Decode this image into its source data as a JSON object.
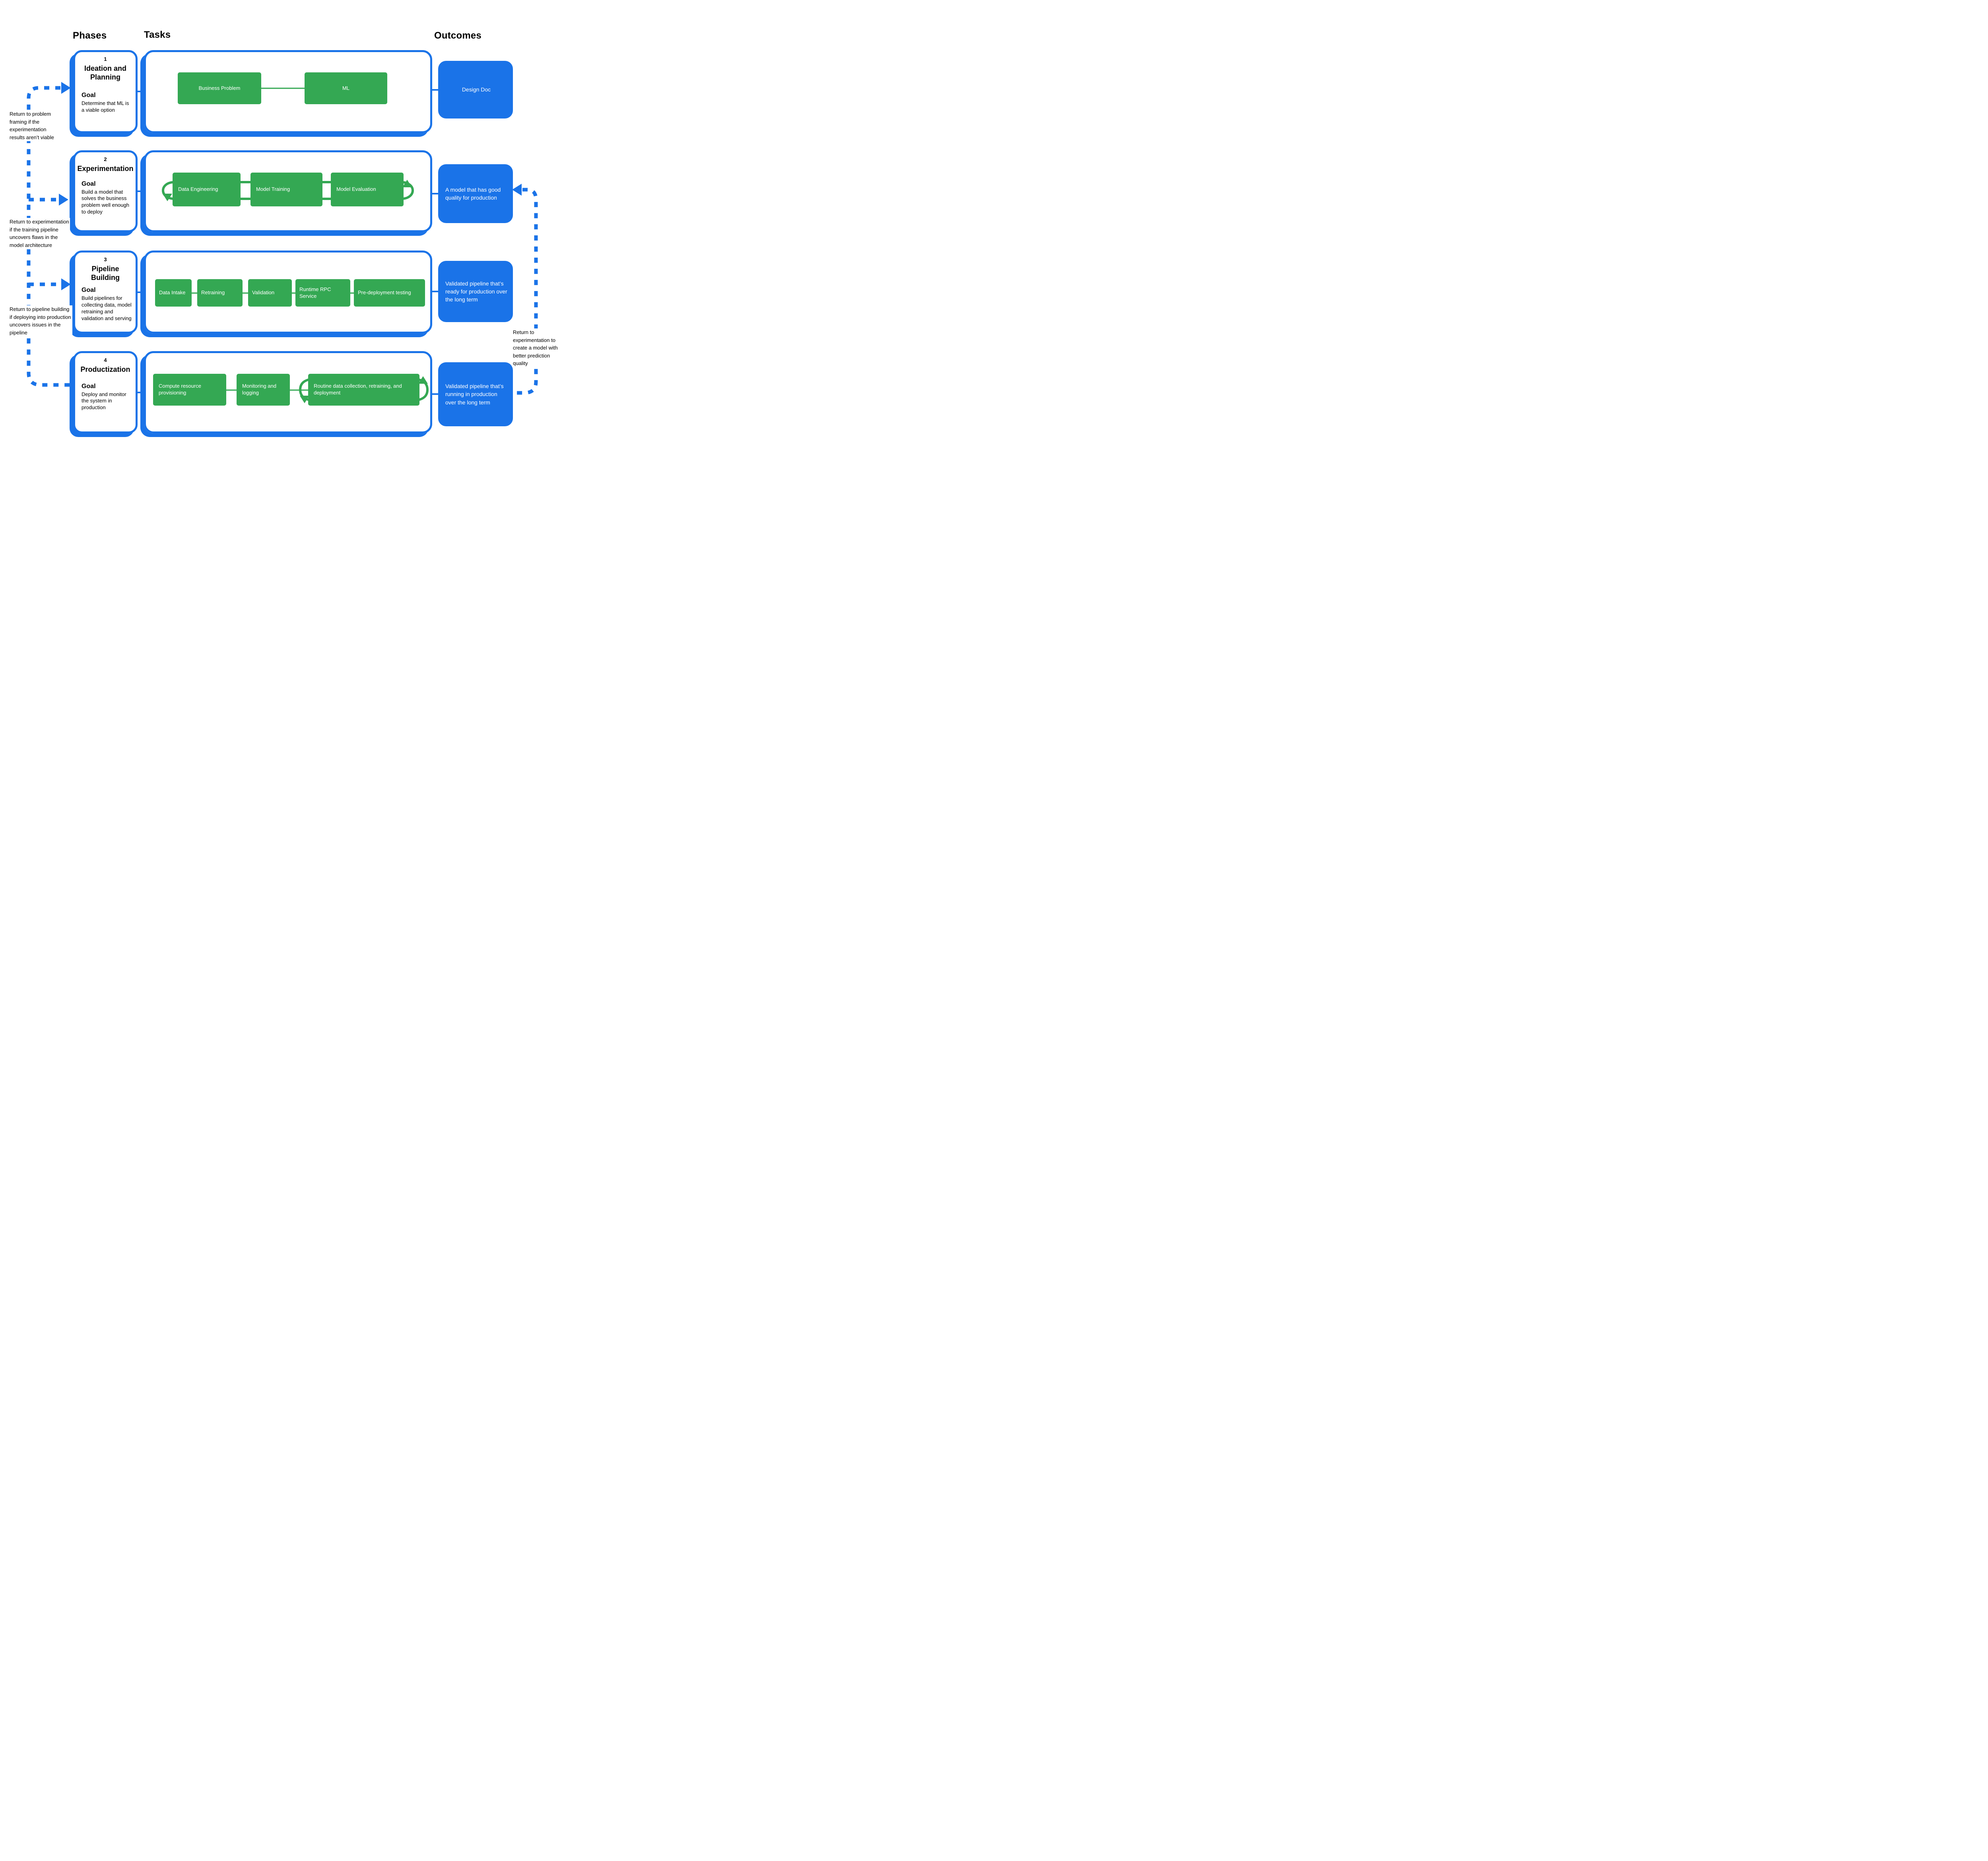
{
  "headers": {
    "phases": "Phases",
    "tasks": "Tasks",
    "outcomes": "Outcomes"
  },
  "phases": [
    {
      "number": "1",
      "title": "Ideation and Planning",
      "goal_label": "Goal",
      "goal": "Determine that ML is a viable option"
    },
    {
      "number": "2",
      "title": "Experimentation",
      "goal_label": "Goal",
      "goal": "Build a model that solves the business problem well enough to deploy"
    },
    {
      "number": "3",
      "title": "Pipeline Building",
      "goal_label": "Goal",
      "goal": "Build pipelines for collecting data, model retraining and validation and serving"
    },
    {
      "number": "4",
      "title": "Productization",
      "goal_label": "Goal",
      "goal": "Deploy and monitor the system in production"
    }
  ],
  "tasks": {
    "row1": [
      {
        "label": "Business Problem"
      },
      {
        "label": "ML"
      }
    ],
    "row2": [
      {
        "label": "Data Engineering"
      },
      {
        "label": "Model Training"
      },
      {
        "label": "Model Evaluation"
      }
    ],
    "row3": [
      {
        "label": "Data Intake"
      },
      {
        "label": "Retraining"
      },
      {
        "label": "Validation"
      },
      {
        "label": "Runtime RPC Service"
      },
      {
        "label": "Pre-deployment testing"
      }
    ],
    "row4": [
      {
        "label": "Compute resource provisioning"
      },
      {
        "label": "Monitoring and logging"
      },
      {
        "label": "Routine data collection, retraining, and deployment"
      }
    ]
  },
  "outcomes": [
    {
      "label": "Design Doc"
    },
    {
      "label": "A model that has good quality for production"
    },
    {
      "label": "Validated pipeline that’s ready for production over the long term"
    },
    {
      "label": "Validated pipeline that’s running in production over the long term"
    }
  ],
  "annotations": {
    "left1": "Return to problem framing if the experimentation results aren’t viable",
    "left2": "Return to experimentation if the training pipeline uncovers flaws in the model architecture",
    "left3": "Return to pipeline building if deploying into production uncovers issues in the pipeline",
    "right1": "Return to experimentation to create a model with better prediction quality"
  },
  "colors": {
    "blue": "#1a73e8",
    "green": "#34a853",
    "text": "#000000"
  }
}
